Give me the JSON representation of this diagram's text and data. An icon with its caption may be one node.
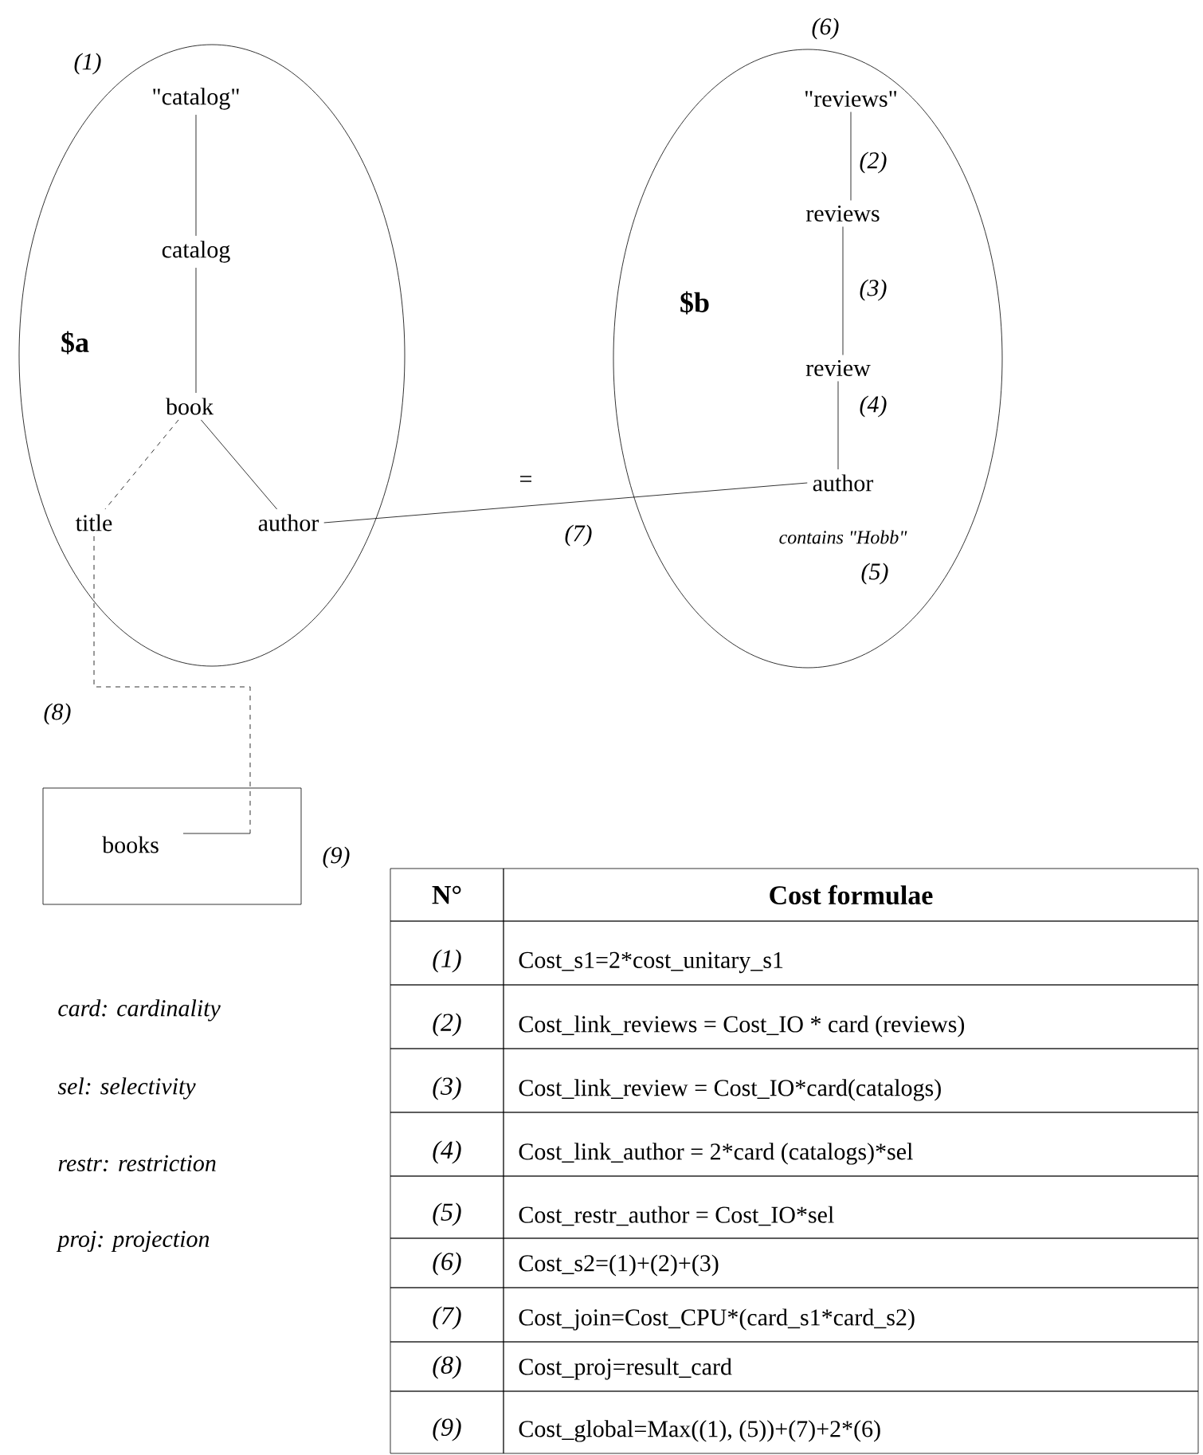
{
  "diagram": {
    "nodes": [
      {
        "text": [
          "$a"
        ],
        "beside": [
          "(1)"
        ]
      },
      {
        "text": [
          "\"catalog\""
        ],
        "in": 0
      },
      {
        "text": [
          "catalog"
        ],
        "in": 0
      },
      {
        "text": [
          "book"
        ],
        "in": 0
      },
      {
        "text": [
          "title"
        ],
        "in": 0
      },
      {
        "text": [
          "author"
        ],
        "in": 0
      },
      {
        "text": [
          "$b"
        ],
        "beside": [
          "(6)"
        ]
      },
      {
        "text": [
          "\"reviews\""
        ],
        "in": 6
      },
      {
        "text": [
          "reviews"
        ],
        "in": 6
      },
      {
        "text": [
          "review"
        ],
        "in": 6
      },
      {
        "text": [
          "author"
        ],
        "in": 6,
        "beside": [
          "contains \"Hobb\"",
          "(5)"
        ]
      },
      {
        "text": [
          "books"
        ],
        "beside": [
          "(9)"
        ]
      }
    ],
    "edges": [
      {
        "from": 1,
        "to": 2,
        "arrow": "none"
      },
      {
        "from": 2,
        "to": 3,
        "arrow": "none"
      },
      {
        "from": 3,
        "to": 4,
        "arrow": "none",
        "style": "dashed"
      },
      {
        "from": 3,
        "to": 5,
        "arrow": "none"
      },
      {
        "from": 7,
        "to": 8,
        "arrow": "none",
        "label": "(2)"
      },
      {
        "from": 8,
        "to": 9,
        "arrow": "none",
        "label": "(3)"
      },
      {
        "from": 9,
        "to": 10,
        "arrow": "none",
        "label": "(4)"
      },
      {
        "from": 5,
        "to": 10,
        "arrow": "none",
        "label": "="
      },
      {
        "from": 4,
        "to": 11,
        "arrow": "none",
        "style": "dashed",
        "label": "(8)"
      }
    ],
    "labels": [
      "(7)",
      "card: cardinality",
      "sel: selectivity",
      "restr: restriction",
      "proj: projection",
      "N°",
      "Cost formulae",
      "(1)",
      "Cost_s1=2*cost_unitary_s1",
      "(2)",
      "Cost_link_reviews = Cost_IO * card (reviews)",
      "(3)",
      "Cost_link_review = Cost_IO*card(catalogs)",
      "(4)",
      "Cost_link_author = 2*card (catalogs)*sel",
      "(5)",
      "Cost_restr_author = Cost_IO*sel",
      "(6)",
      "Cost_s2=(1)+(2)+(3)",
      "(7)",
      "Cost_join=Cost_CPU*(card_s1*card_s2)",
      "(8)",
      "Cost_proj=result_card",
      "(9)",
      "Cost_global=Max((1), (5))+(7)+2*(6)"
    ]
  }
}
